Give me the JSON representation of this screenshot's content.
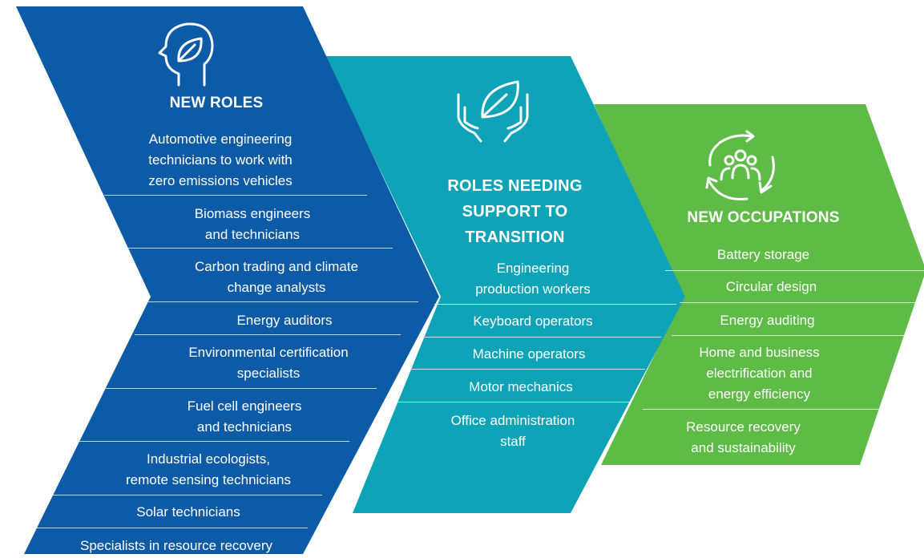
{
  "colors": {
    "new_roles": "#0d5aa7",
    "transition": "#0fa3b8",
    "new_occupations": "#5dbb46",
    "text": "#ffffff"
  },
  "columns": [
    {
      "heading": "NEW ROLES",
      "icon": "head-leaf-icon",
      "items": [
        "Automotive engineering\ntechnicians to work with\nzero emissions vehicles",
        "Biomass engineers\nand technicians",
        "Carbon trading and climate\nchange analysts",
        "Energy auditors",
        "Environmental certification\nspecialists",
        "Fuel cell engineers\nand technicians",
        "Industrial ecologists,\nremote sensing technicians",
        "Solar technicians",
        "Specialists in resource recovery"
      ]
    },
    {
      "heading": "ROLES NEEDING\nSUPPORT TO\nTRANSITION",
      "icon": "hands-leaf-icon",
      "items": [
        "Engineering\nproduction workers",
        "Keyboard operators",
        "Machine operators",
        "Motor mechanics",
        "Office administration\nstaff"
      ]
    },
    {
      "heading": "NEW OCCUPATIONS",
      "icon": "people-cycle-icon",
      "items": [
        "Battery storage",
        "Circular design",
        "Energy auditing",
        "Home and business\nelectrification and\nenergy efficiency",
        "Resource recovery\nand sustainability"
      ]
    }
  ]
}
